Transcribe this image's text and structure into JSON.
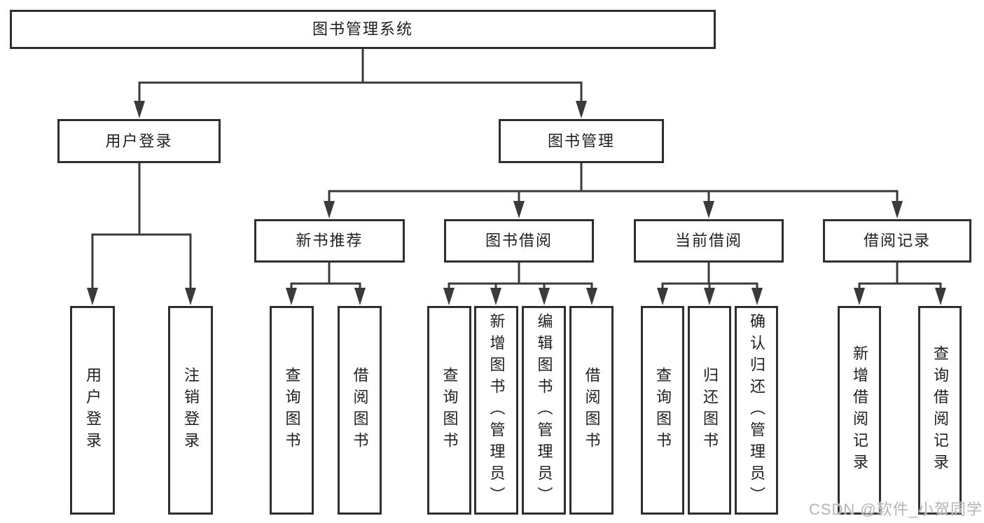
{
  "diagram": {
    "title": "图书管理系统",
    "level2": [
      "用户登录",
      "图书管理"
    ],
    "level3": [
      "新书推荐",
      "图书借阅",
      "当前借阅",
      "借阅记录"
    ],
    "level4": {
      "user_login": [
        "用户登录",
        "注销登录"
      ],
      "new_book_recommend": [
        "查询图书",
        "借阅图书"
      ],
      "book_borrow": [
        "查询图书",
        "新增图书（管理员）",
        "编辑图书（管理员）",
        "借阅图书"
      ],
      "current_borrow": [
        "查询图书",
        "归还图书",
        "确认归还（管理员）"
      ],
      "borrow_records": [
        "新增借阅记录",
        "查询借阅记录"
      ]
    }
  },
  "watermark": {
    "text": "CSDN @软件_小贺同学"
  },
  "colors": {
    "line": "#3a3a3a",
    "border": "#2f2f2f",
    "text": "#1f1f1f",
    "watermark": "#b4b4b4",
    "background": "#ffffff"
  }
}
